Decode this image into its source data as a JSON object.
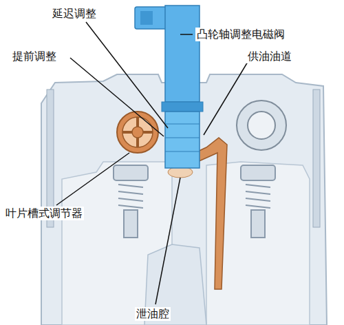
{
  "diagram": {
    "labels": [
      "延迟调整",
      "凸轮轴调整电磁阀",
      "提前调整",
      "供油油道",
      "叶片槽式调节器",
      "泄油腔"
    ]
  }
}
